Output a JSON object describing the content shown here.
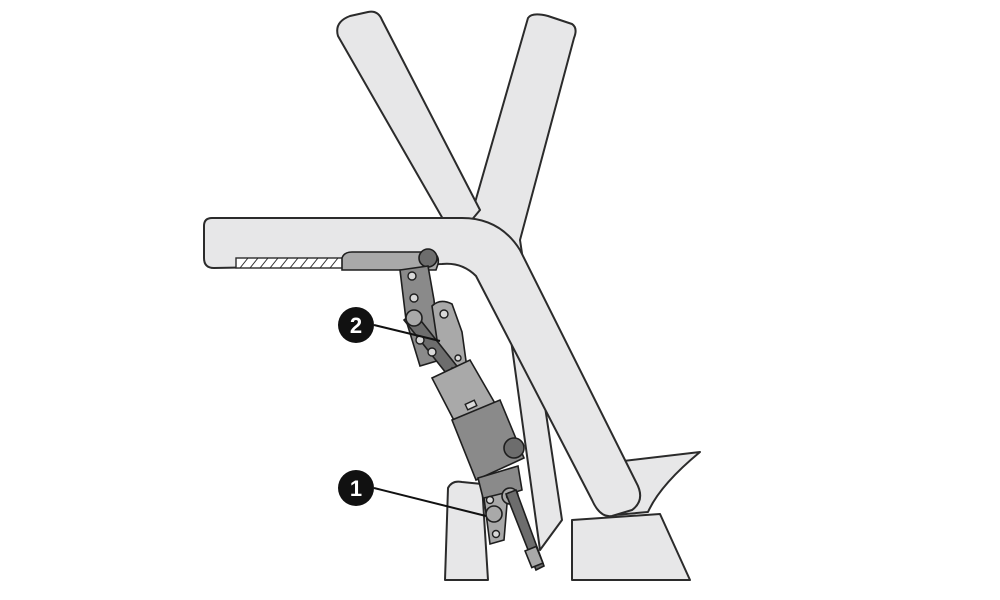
{
  "callouts": [
    {
      "id": "callout-1",
      "number": "1"
    },
    {
      "id": "callout-2",
      "number": "2"
    }
  ],
  "colors": {
    "frame_fill": "#e7e7e8",
    "outline": "#2b2b2b",
    "mechanism": "#8a8a8a",
    "callout": "#111111"
  }
}
